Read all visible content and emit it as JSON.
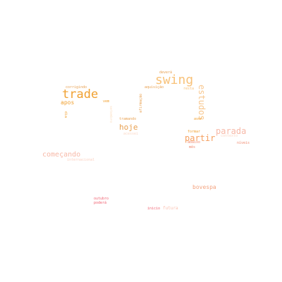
{
  "words": {
    "swing": "swing",
    "trade": "trade",
    "estudos": "estudos",
    "parada": "parada",
    "partir": "partir",
    "hoje": "hoje",
    "apos": "apos",
    "comecando": "começando",
    "bovespa": "bovespa",
    "corrigindo": "corrigindo",
    "devera": "deverá",
    "aquisicao": "aquisição",
    "resta": "resta",
    "vem": "vem",
    "dia": "dia",
    "afirmacao": "afirmação",
    "tramando": "tramando",
    "acessei": "acessei",
    "avon": "avon",
    "formar": "formar",
    "contexto": "contexto",
    "abaixo": "abaixo",
    "mes": "mês",
    "niveis": "níveis",
    "internacional": "internacional",
    "outubro": "outubro",
    "podera": "poderá",
    "inicio": "inicio",
    "futura": "futura",
    "faint_vertical": "setembro"
  },
  "colors": {
    "orange": "#f5a623",
    "light_orange": "#f8c27a",
    "peach": "#f7b9a8",
    "pink": "#f08a9a",
    "salmon": "#f4a582"
  }
}
